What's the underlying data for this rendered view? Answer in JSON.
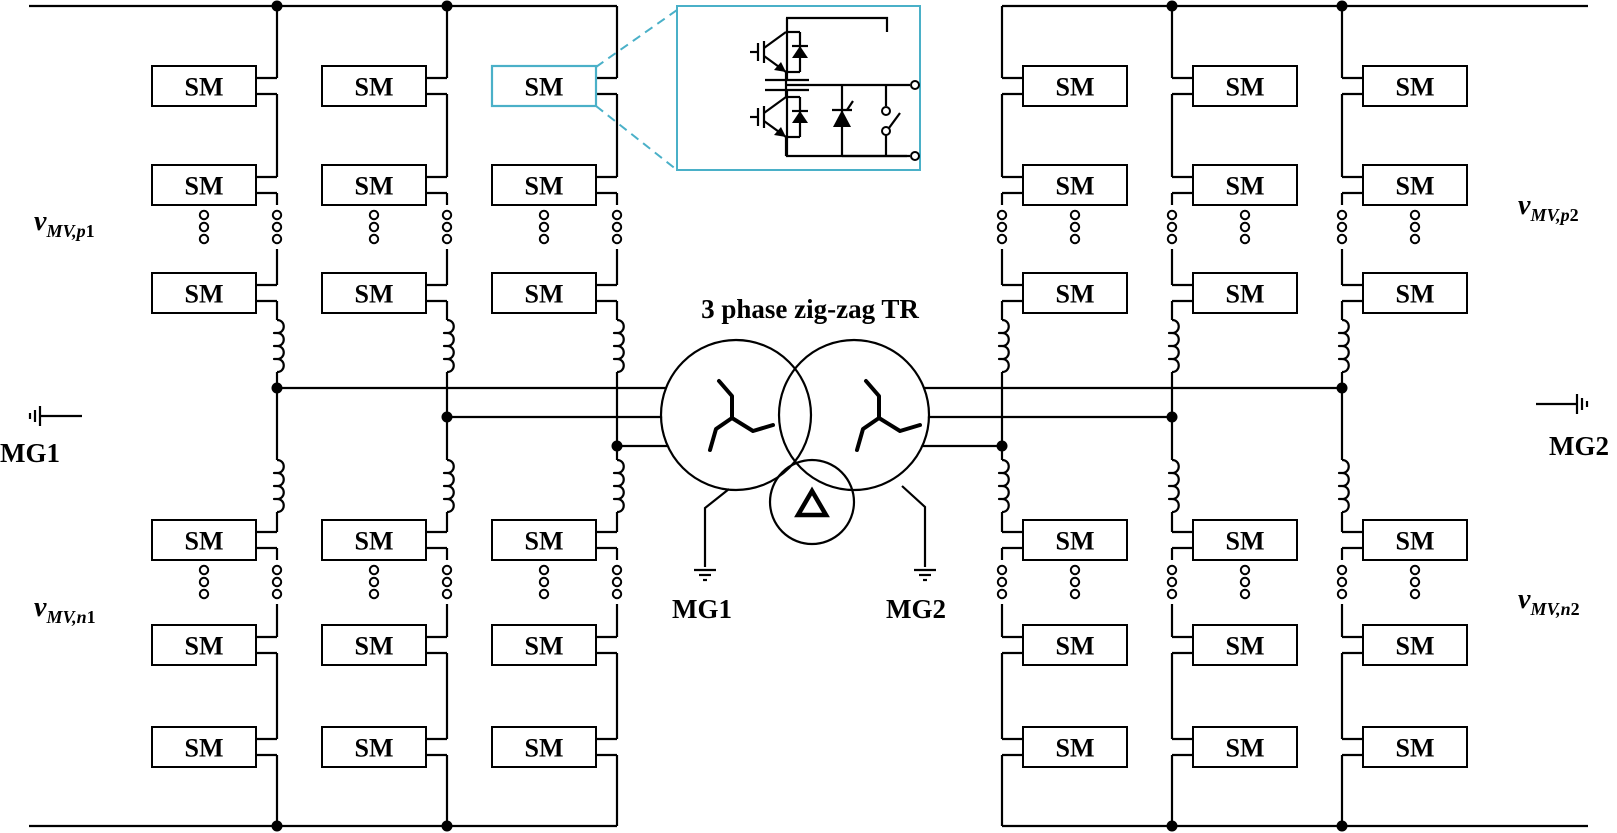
{
  "diagram": {
    "title": "3 phase zig-zag TR",
    "submodule_label": "SM",
    "left_converter": {
      "upper_voltage_label": {
        "v": "v",
        "sub": "MV,p",
        "idx": "1"
      },
      "lower_voltage_label": {
        "v": "v",
        "sub": "MV,n",
        "idx": "1"
      },
      "ground_label": "MG1",
      "arms": 3,
      "upper_submodules_per_arm": 3,
      "lower_submodules_per_arm": 3
    },
    "right_converter": {
      "upper_voltage_label": {
        "v": "v",
        "sub": "MV,p",
        "idx": "2"
      },
      "lower_voltage_label": {
        "v": "v",
        "sub": "MV,n",
        "idx": "2"
      },
      "ground_label": "MG2",
      "arms": 3,
      "upper_submodules_per_arm": 3,
      "lower_submodules_per_arm": 3
    },
    "transformer": {
      "primary_winding": "zig-zag",
      "secondary_winding": "zig-zag",
      "tertiary_winding": "delta",
      "neutral_ground_labels": [
        "MG1",
        "MG2"
      ]
    },
    "submodule_detail": {
      "components": [
        "capacitor",
        "igbt-upper",
        "antiparallel-diode-upper",
        "igbt-lower",
        "antiparallel-diode-lower",
        "thyristor",
        "bypass-switch",
        "output-terminals"
      ]
    },
    "colors": {
      "highlight": "#4ab0c8",
      "line": "#000000"
    }
  }
}
